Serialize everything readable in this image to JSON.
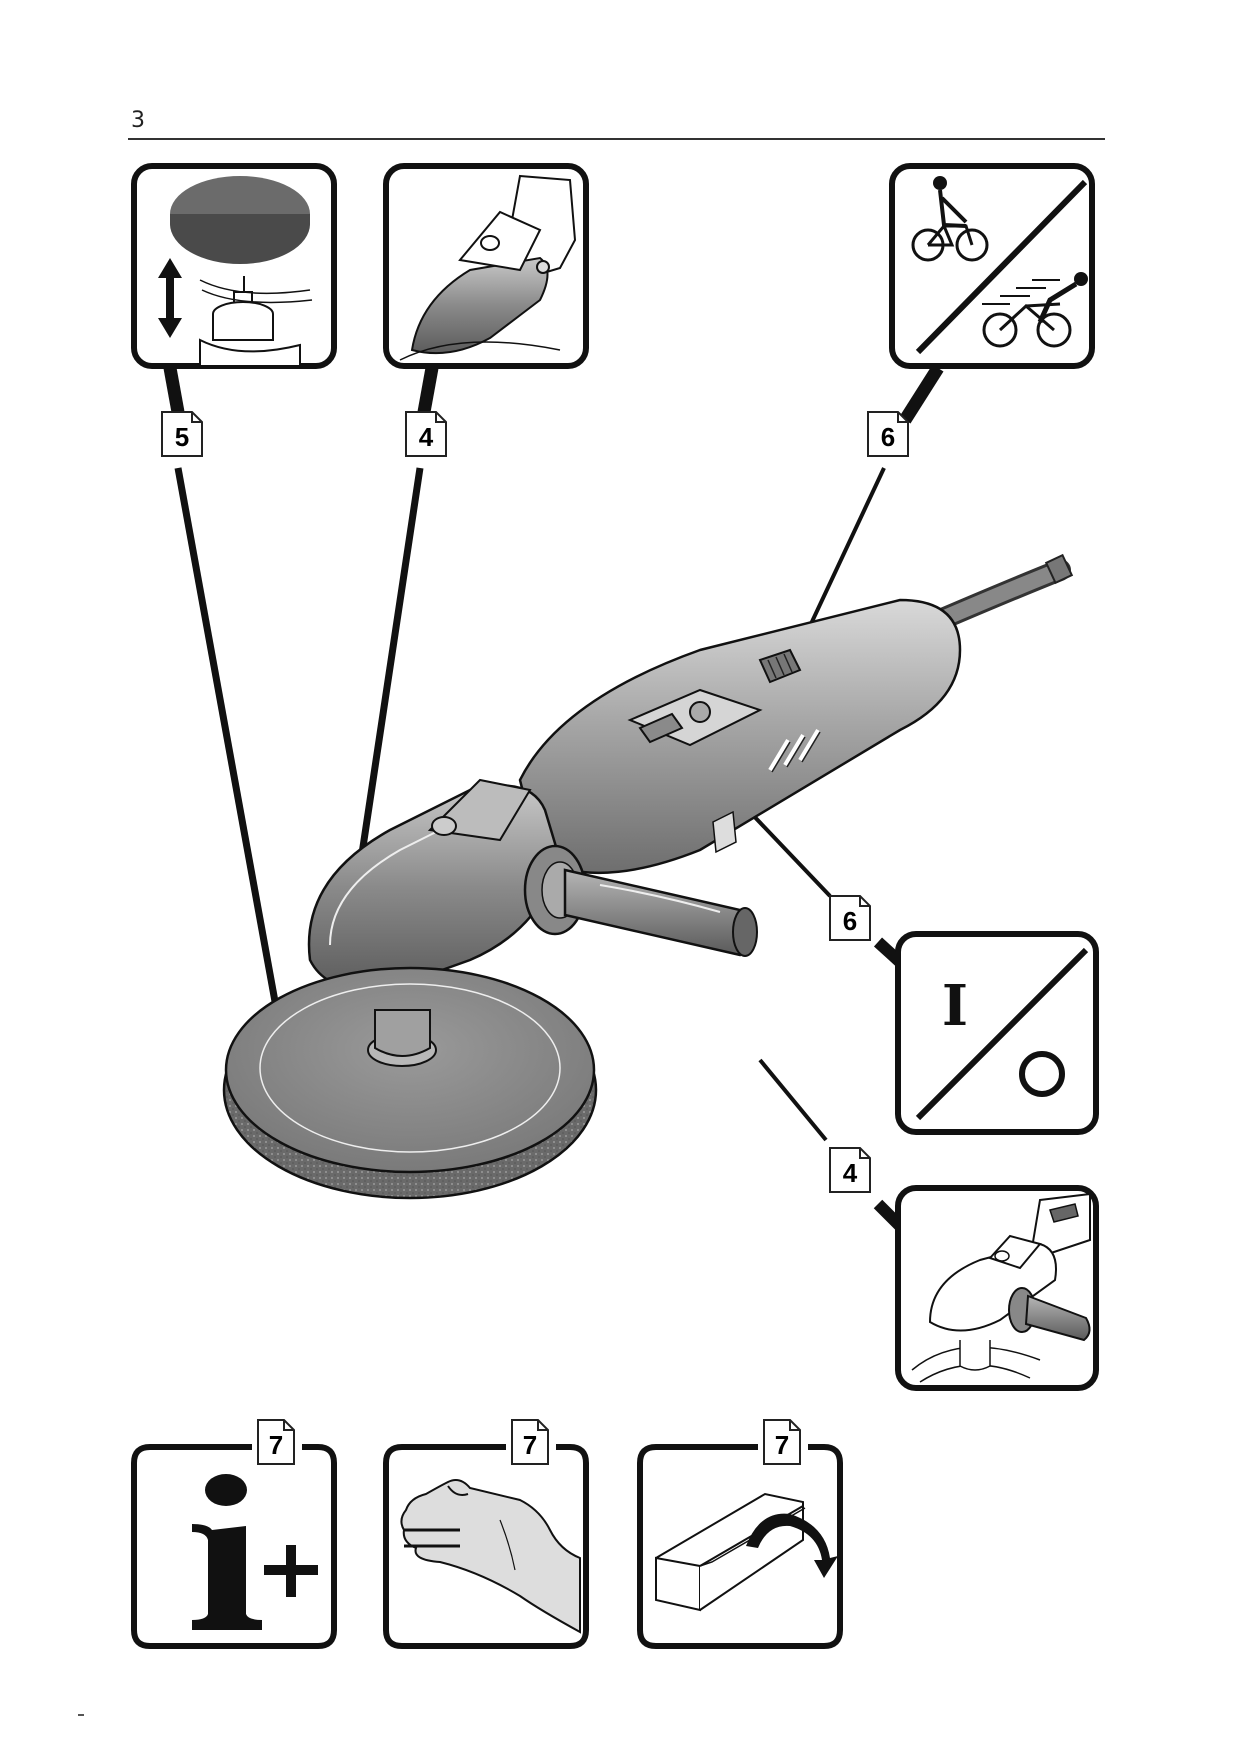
{
  "page": {
    "number": "3"
  },
  "illustration": {
    "subject": "rotary polisher with polishing pad and side handle",
    "callouts": [
      {
        "ref": "5",
        "topic": "Attach / remove polishing pad",
        "icon": "pad-mounting-icon"
      },
      {
        "ref": "4",
        "topic": "Gear head / spindle lock",
        "icon": "gear-head-icon"
      },
      {
        "ref": "6",
        "topic": "Speed preselection wheel (slow / fast)",
        "icon": "speed-selection-icon"
      },
      {
        "ref": "6",
        "topic": "On / Off switch",
        "icon": "on-off-icon"
      },
      {
        "ref": "4",
        "topic": "Auxiliary handle mounting",
        "icon": "side-handle-icon"
      }
    ],
    "switch_symbols": {
      "on": "I",
      "off": "O"
    }
  },
  "bottom_panels": [
    {
      "ref": "7",
      "topic": "Further information",
      "icon": "info-plus-icon"
    },
    {
      "ref": "7",
      "topic": "Hand protection / handling",
      "icon": "hand-icon"
    },
    {
      "ref": "7",
      "topic": "Packaging / storage",
      "icon": "open-box-icon"
    }
  ]
}
